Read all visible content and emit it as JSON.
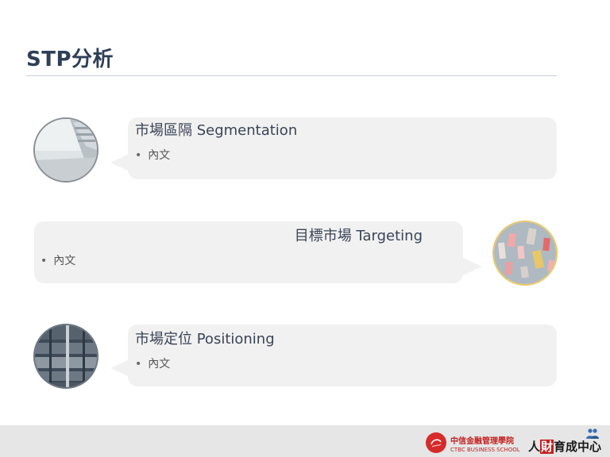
{
  "title": "STP分析",
  "sections": [
    {
      "title": "市場區隔 Segmentation",
      "bullet": "內文"
    },
    {
      "title": "目標市場 Targeting",
      "bullet": "內文"
    },
    {
      "title": "市場定位 Positioning",
      "bullet": "內文"
    }
  ],
  "footer": {
    "ctbc_cn": "中信金融管理學院",
    "ctbc_en": "CTBC BUSINESS SCHOOL",
    "hr_a": "人",
    "hr_b": "財",
    "hr_c": "育成中心"
  },
  "colors": {
    "title": "#2e3f57",
    "bubble": "#f1f1f1",
    "footer": "#e6e6e6",
    "brand_red": "#c42020"
  }
}
